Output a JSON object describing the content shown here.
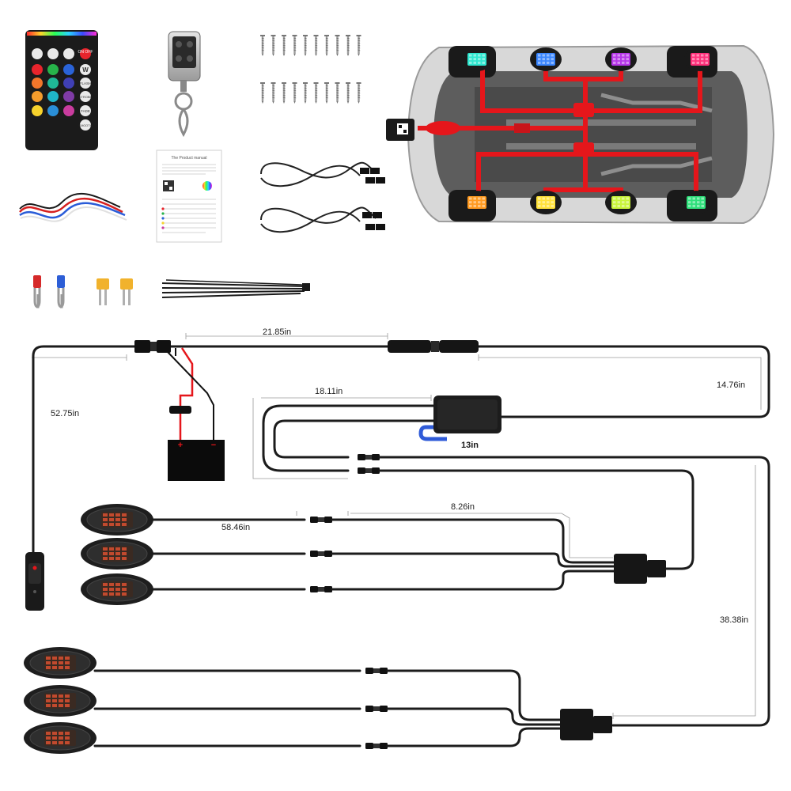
{
  "remote": {
    "on_off_label": "ON OFF",
    "w_label": "W",
    "flash_label": "FLASH",
    "strobe_label": "STROBE",
    "fade_label": "FADE",
    "smooth_label": "SMOOTH",
    "color_buttons": [
      "#e8242c",
      "#27b34a",
      "#2a63d8",
      "#f2762b",
      "#1fb896",
      "#3f3fb5",
      "#f49c2c",
      "#1fb5c8",
      "#7f3ba6",
      "#f7d22c",
      "#2a8fd8",
      "#c93c9e"
    ]
  },
  "manual": {
    "title": "The Product manual"
  },
  "rock_lights": {
    "top_row": [
      "#2ee7cf",
      "#3a86ff",
      "#b535e8",
      "#ff2e79"
    ],
    "bottom_row": [
      "#ff9a1f",
      "#ffe23a",
      "#c8f53a",
      "#2ee07a"
    ]
  },
  "measurements": {
    "m1": "21.85in",
    "m2": "14.76in",
    "m3": "52.75in",
    "m4": "18.11in",
    "m5": "13in",
    "m6": "8.26in",
    "m7": "58.46in",
    "m8": "38.38in"
  },
  "battery": {
    "plus": "+",
    "minus": "−"
  },
  "colors": {
    "wire": "#1c1c1c",
    "harness": "#e5161b",
    "blue_loop": "#2f5bd8"
  }
}
